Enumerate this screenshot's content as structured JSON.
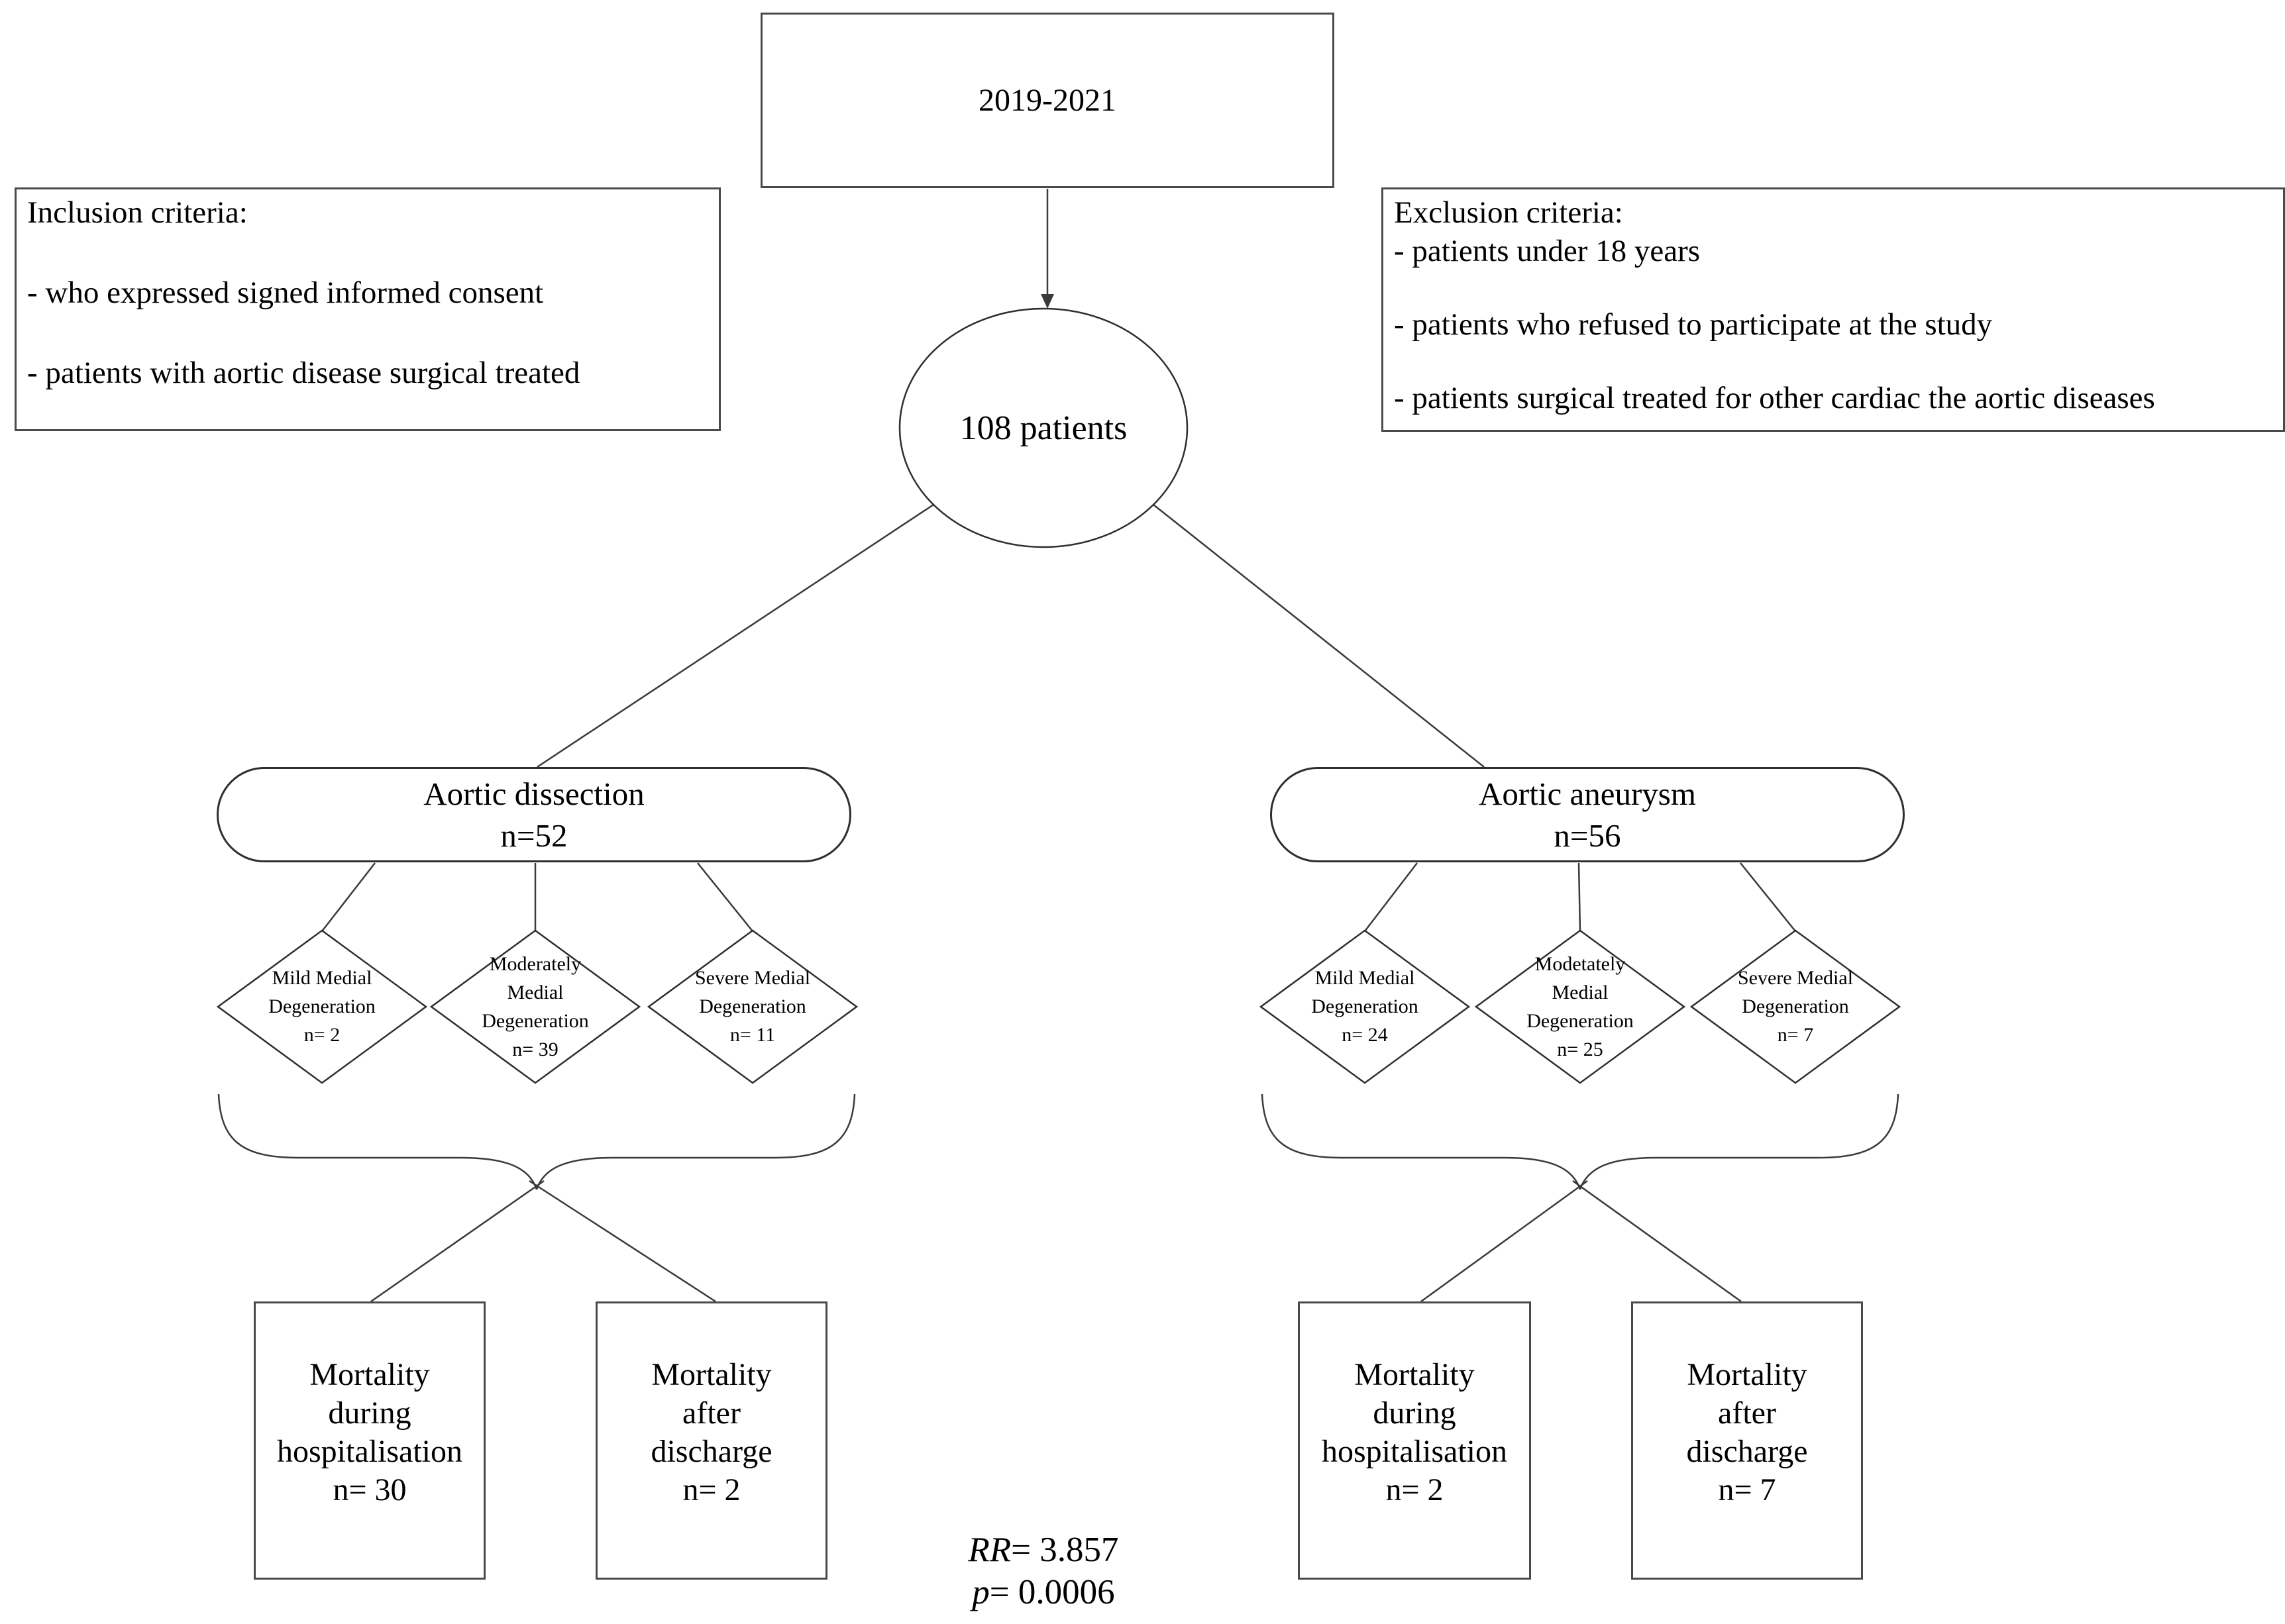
{
  "figure": {
    "period_box": {
      "label": "2019-2021"
    },
    "inclusion_box": {
      "title": "Inclusion criteria:",
      "items": [
        "- who expressed signed informed consent",
        "- patients with aortic disease surgical treated"
      ]
    },
    "exclusion_box": {
      "title": "Exclusion criteria:",
      "items": [
        "- patients under 18 years",
        "- patients who refused to participate at the study",
        "- patients surgical treated for other cardiac the aortic diseases"
      ]
    },
    "population_circle": {
      "label": "108 patients"
    },
    "branches": [
      {
        "group_box": {
          "line1": "Aortic dissection",
          "line2": "n=52"
        },
        "diamonds": [
          {
            "lines": [
              "Mild Medial",
              "Degeneration",
              "n= 2"
            ]
          },
          {
            "lines": [
              "Moderately",
              "Medial",
              "Degeneration",
              "n= 39"
            ]
          },
          {
            "lines": [
              "Severe Medial",
              "Degeneration",
              "n= 11"
            ]
          }
        ],
        "outcomes": [
          {
            "lines": [
              "Mortality",
              "during",
              "hospitalisation",
              "n= 30"
            ]
          },
          {
            "lines": [
              "Mortality",
              "after",
              "discharge",
              "n= 2"
            ]
          }
        ]
      },
      {
        "group_box": {
          "line1": "Aortic aneurysm",
          "line2": "n=56"
        },
        "diamonds": [
          {
            "lines": [
              "Mild Medial",
              "Degeneration",
              "n= 24"
            ]
          },
          {
            "lines": [
              "Modetately",
              "Medial",
              "Degeneration",
              "n= 25"
            ]
          },
          {
            "lines": [
              "Severe Medial",
              "Degeneration",
              "n= 7"
            ]
          }
        ],
        "outcomes": [
          {
            "lines": [
              "Mortality",
              "during",
              "hospitalisation",
              "n= 2"
            ]
          },
          {
            "lines": [
              "Mortality",
              "after",
              "discharge",
              "n= 7"
            ]
          }
        ]
      }
    ],
    "stats": {
      "rr_label": "RR",
      "rr_rest": "= 3.857",
      "p_label": "p",
      "p_rest": "= 0.0006"
    }
  },
  "colors": {
    "background": "#ffffff",
    "text": "#000000",
    "box_border": "#4a4a4a",
    "shape_stroke": "#2e2e2e",
    "connector": "#3a3a3a"
  }
}
